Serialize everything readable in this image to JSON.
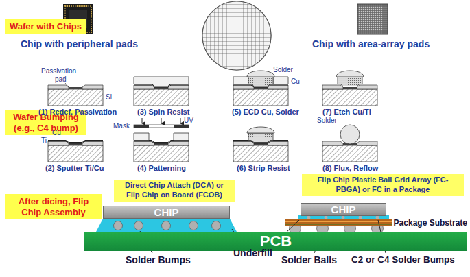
{
  "diagram": {
    "nodes": [
      {
        "text": [
          "Wafer with Chips"
        ]
      },
      {
        "text": [
          "Wafer Bumping (e.g., C4 bump)"
        ]
      },
      {
        "text": [
          "After dicing, Flip Chip Assembly"
        ]
      },
      {
        "text": [
          "Direct Chip Attach (DCA) or Flip Chip on Board (FCOB)"
        ]
      },
      {
        "text": [
          "Flip Chip Plastic Ball Grid Array (FC-PBGA) or FC in a Package"
        ]
      },
      {
        "text": [
          "CHIP"
        ]
      },
      {
        "text": [
          "CHIP"
        ]
      },
      {
        "text": [
          "PCB"
        ]
      }
    ],
    "labels": [
      "Chip with peripheral pads",
      "Chip with area-array pads",
      "Passivation",
      "pad",
      "Si",
      "(1) Redef. Passivation",
      "Cu",
      "Ti",
      "(2) Sputter Ti/Cu",
      "(3) Spin Resist",
      "Mask",
      "UV",
      "(4) Patterning",
      "Solder",
      "Cu",
      "(5) ECD Cu, Solder",
      "(6) Strip Resist",
      "(7) Etch Cu/Ti",
      "Solder",
      "(8) Flux, Reflow",
      "Solder Bumps",
      "Underfill",
      "Solder Balls",
      "Package Substrate",
      "C2 or C4 Solder Bumps"
    ]
  }
}
